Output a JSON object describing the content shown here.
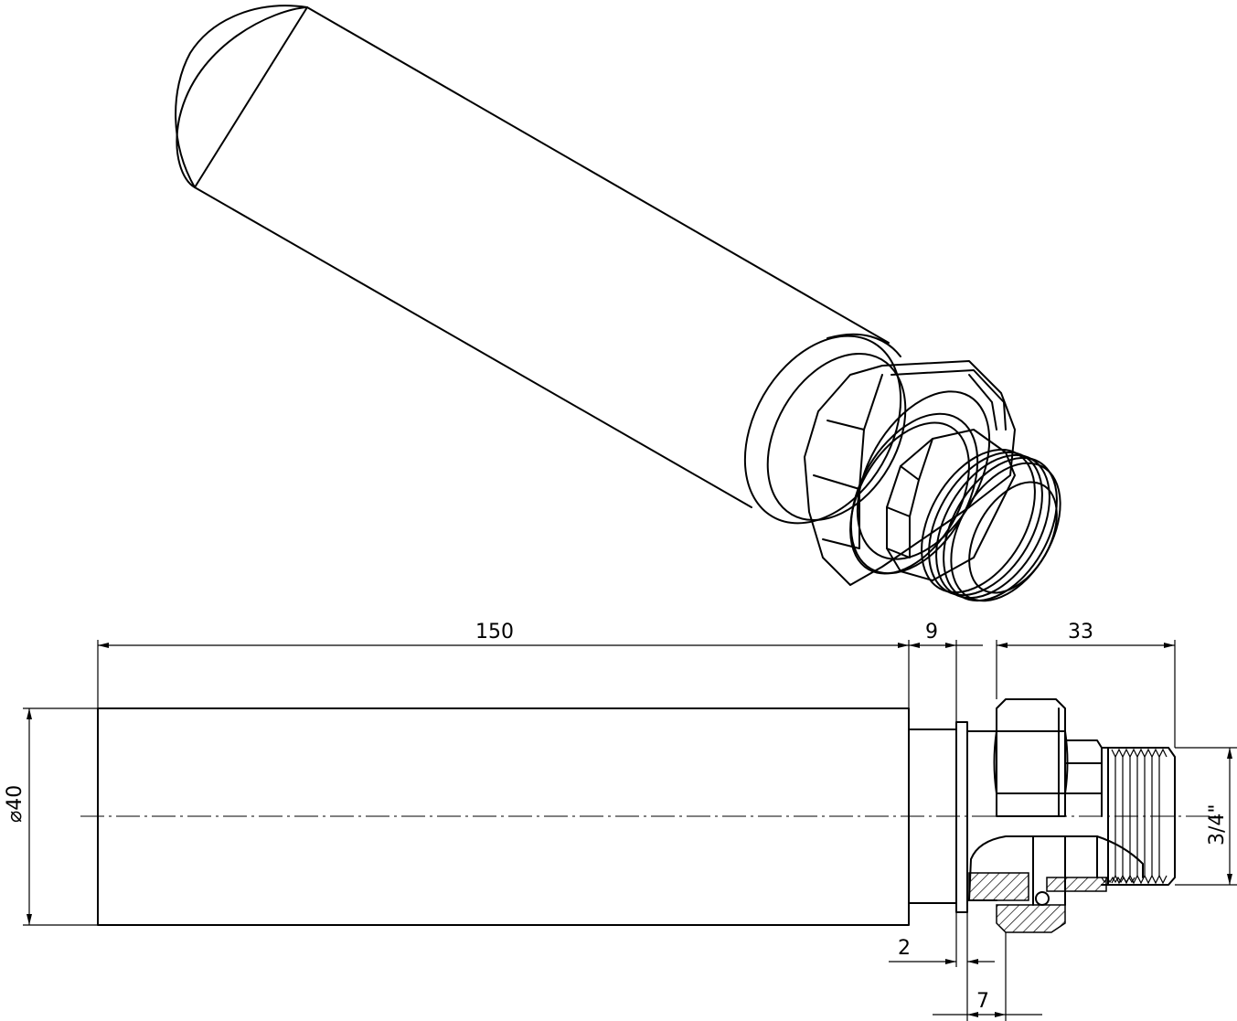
{
  "drawing": {
    "dimensions": {
      "pipe_length": "150",
      "collar_length": "9",
      "fitting_length": "33",
      "flange_thickness": "2",
      "offset_length": "7",
      "pipe_diameter": "⌀40",
      "thread_size": "3/4\""
    }
  }
}
